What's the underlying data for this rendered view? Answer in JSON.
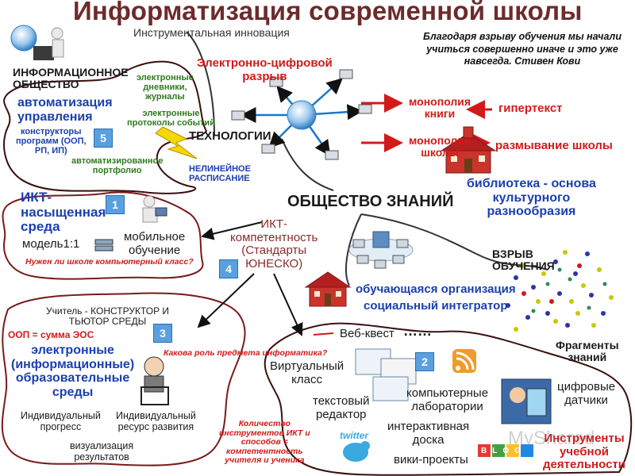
{
  "title": "Информатизация современной школы",
  "subtitle": "Инструментальная инновация",
  "quote": {
    "line1": "Благодаря взрыву обучения мы начали",
    "line2": "учиться совершенно иначе и это уже",
    "line3": "навсегда. Стивен Кови"
  },
  "top_left": {
    "info_society_1": "ИНФОРМАЦИОННОЕ",
    "info_society_2": "ОБЩЕСТВО",
    "ediary_1": "электронные",
    "ediary_2": "дневники,",
    "ediary_3": "журналы",
    "eproto_1": "электронные",
    "eproto_2": "протоколы событий",
    "auto_1": "автоматизация",
    "auto_2": "управления",
    "constructors_1": "конструкторы",
    "constructors_2": "программ (ООП,",
    "constructors_3": "РП, ИП)",
    "portfolio_1": "автоматизированное",
    "portfolio_2": "портфолио",
    "nonlinear_1": "НЕЛИНЕЙНОЕ",
    "nonlinear_2": "РАСПИСАНИЕ",
    "num": "5"
  },
  "center_top": {
    "digital_gap_1": "Электронно-цифровой",
    "digital_gap_2": "разрыв",
    "technologies": "ТЕХНОЛОГИИ"
  },
  "right_top": {
    "monopoly_books_1": "монополия",
    "monopoly_books_2": "книги",
    "hypertext": "гипертекст",
    "monopoly_school_1": "монополия",
    "monopoly_school_2": "школы",
    "school_blur": "размывание школы",
    "library_1": "библиотека - основа",
    "library_2": "культурного",
    "library_3": "разнообразия"
  },
  "knowledge_society": "ОБЩЕСТВО ЗНАНИЙ",
  "ict_block": {
    "ict_1": "ИКТ-",
    "ict_2": "насыщенная",
    "ict_3": "среда",
    "model": "модель1:1",
    "mobile_1": "мобильное",
    "mobile_2": "обучение",
    "question": "Нужен ли школе компьютерный класс?",
    "num": "1"
  },
  "competence": {
    "l1": "ИКТ-",
    "l2": "компетентность",
    "l3": "(Стандарты",
    "l4": "ЮНЕСКО)",
    "num": "4"
  },
  "right_mid": {
    "explosion_1": "ВЗРЫВ",
    "explosion_2": "ОБУЧЕНИЯ",
    "learning_org": "обучающаяся организация",
    "integrator": "социальный интегратор",
    "fragments_1": "Фрагменты",
    "fragments_2": "знаний"
  },
  "env_block": {
    "teacher_1": "Учитель - КОНСТРУКТОР И",
    "teacher_2": "ТЬЮТОР СРЕДЫ",
    "oop": "ООП = сумма ЭОС",
    "eenv_1": "электронные",
    "eenv_2": "(информационные)",
    "eenv_3": "образовательные",
    "eenv_4": "среды",
    "role_q": "Какова роль предмета информатика?",
    "indiv_prog_1": "Индивидуальный",
    "indiv_prog_2": "прогресс",
    "indiv_res_1": "Индивидуальный",
    "indiv_res_2": "ресурс развития",
    "visual_1": "визуализация",
    "visual_2": "результатов",
    "num": "3"
  },
  "qty": {
    "l1": "Количество",
    "l2": "инструментов ИКТ и",
    "l3": "способов =",
    "l4": "компетентность",
    "l5": "учителя и ученика"
  },
  "tools_block": {
    "webquest": "Веб-квест",
    "dots": "……",
    "virtual_1": "Виртуальный",
    "virtual_2": "класс",
    "text_1": "текстовый",
    "text_2": "редактор",
    "labs_1": "компьютерные",
    "labs_2": "лаборатории",
    "board_1": "интерактивная",
    "board_2": "доска",
    "wiki": "вики-проекты",
    "sensors_1": "цифровые",
    "sensors_2": "датчики",
    "instr_1": "Инструменты",
    "instr_2": "учебной",
    "instr_3": "деятельности",
    "twitter": "twitter",
    "blog": "BLOG",
    "watermark": "MyShared",
    "num": "2"
  },
  "colors": {
    "title": "#6d2b2b",
    "red": "#d21a1a",
    "blue": "#1a3fb0",
    "green": "#2f7a1e",
    "badge": "#5aa0e0",
    "outline": "#3a0f0f"
  }
}
